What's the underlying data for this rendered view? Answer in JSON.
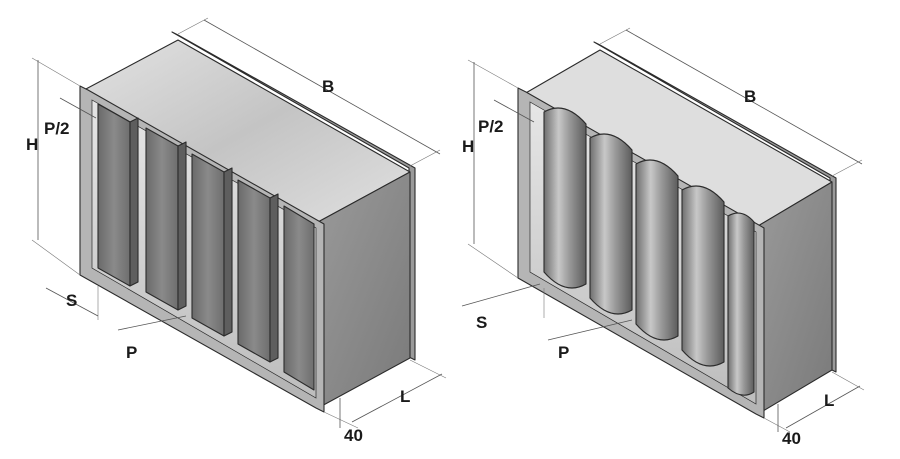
{
  "diagrams": [
    {
      "id": "rectangular-baffles",
      "labels": {
        "B": "B",
        "H": "H",
        "P2": "P/2",
        "S": "S",
        "P": "P",
        "L": "L",
        "d40": "40"
      }
    },
    {
      "id": "cylindrical-baffles",
      "labels": {
        "B": "B",
        "H": "H",
        "P2": "P/2",
        "S": "S",
        "P": "P",
        "L": "L",
        "d40": "40"
      }
    }
  ],
  "colors": {
    "top": "#d6d6d6",
    "side": "#8a8a8a",
    "front_frame": "#b5b5b5",
    "interior": "#cfcfcf",
    "baffle": "#7c7c7c",
    "baffle_light": "#a0a0a0",
    "flange": "#9a9a9a"
  }
}
